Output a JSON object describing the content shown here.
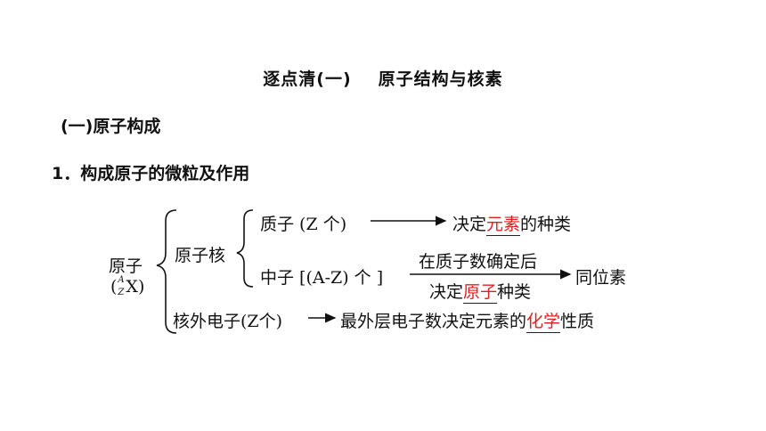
{
  "title": {
    "part1": "逐点清(一)",
    "part2": "原子结构与核素"
  },
  "section": "(一)原子构成",
  "point": "1．构成原子的微粒及作用",
  "diagram": {
    "atom": "原子",
    "atom_notation": {
      "A": "A",
      "Z": "Z",
      "X": "X)",
      "open": "("
    },
    "nucleus": "原子核",
    "proton": "质子 (Z 个)",
    "proton_prefix": "决定",
    "proton_highlight": "元素",
    "proton_suffix": "的种类",
    "neutron": "中子 [(A-Z) 个 ]",
    "neutron_above": "在质子数确定后",
    "neutron_below_prefix": "决定",
    "neutron_below_highlight": "原子",
    "neutron_below_suffix": "种类",
    "neutron_result": "同位素",
    "electron": "核外电子(Z个)",
    "electron_result_prefix": "最外层电子数决定元素的",
    "electron_result_highlight": "化学",
    "electron_result_suffix": "性质"
  },
  "colors": {
    "highlight": "#e02020",
    "text": "#111111"
  }
}
